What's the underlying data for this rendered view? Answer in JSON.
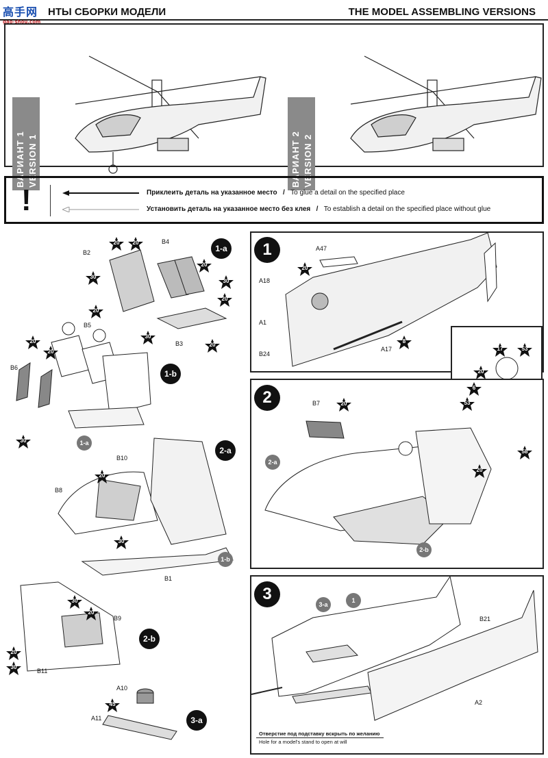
{
  "header": {
    "logo_main": "高手网",
    "logo_sub": "gao-shou.com",
    "title_ru": "НТЫ СБОРКИ МОДЕЛИ",
    "title_en": "THE MODEL ASSEMBLING VERSIONS"
  },
  "versions": [
    {
      "ru": "ВАРИАНТ 1",
      "en": "VERSION 1"
    },
    {
      "ru": "ВАРИАНТ 2",
      "en": "VERSION 2"
    }
  ],
  "legend": {
    "glue_ru": "Приклеить деталь на указанное место",
    "glue_en": "To glue a detail on the specified place",
    "noglue_ru": "Установить деталь на указанное место без клея",
    "noglue_en": "To establish a detail on the specified place without glue",
    "separator": "/"
  },
  "steps": {
    "step1": "1",
    "step2": "2",
    "step3": "3",
    "sub_1a": "1-a",
    "sub_1b": "1-b",
    "sub_2a": "2-a",
    "sub_2b": "2-b",
    "sub_3a": "3-a",
    "ref_1a": "1-a",
    "ref_1b": "1-b",
    "ref_2a": "2-a",
    "ref_2b": "2-b",
    "ref_3a": "3-a",
    "ref_1": "1"
  },
  "parts": {
    "B2": "B2",
    "B4": "B4",
    "B3": "B3",
    "B5": "B5",
    "B6": "B6",
    "B10": "B10",
    "B8": "B8",
    "B1": "B1",
    "B9": "B9",
    "B11": "B11",
    "A10": "A10",
    "A11": "A11",
    "A47": "A47",
    "A18": "A18",
    "A1": "A1",
    "B24": "B24",
    "A17": "A17",
    "B7": "B7",
    "B21": "B21",
    "A2": "A2",
    "B5b": "B5"
  },
  "paints": {
    "p20a": "20",
    "p20b": "20",
    "p30a": "30",
    "p20c": "20",
    "p30b": "30",
    "p20d": "20",
    "p20e": "20",
    "p30c": "30",
    "p20f": "20",
    "p20g": "20",
    "p20h": "20",
    "p30d": "30",
    "p20i": "20",
    "p30e": "30",
    "p30f": "30",
    "p20j": "20",
    "p20k": "20",
    "p30g": "30",
    "p45": "45",
    "p20l": "20",
    "p8": "8",
    "p20m": "20",
    "p17": "17",
    "p53a": "53",
    "p20n": "20",
    "p6": "6",
    "p53b": "53",
    "p58": "58",
    "p20o": "20"
  },
  "stand_note": {
    "ru": "Отверстие под подставку вскрыть по желанию",
    "en": "Hole for a model's stand to open at will"
  },
  "colors": {
    "badge": "#8a8a8a",
    "accent_logo": "#1a4fb0",
    "logo_sub": "#c0282a"
  }
}
